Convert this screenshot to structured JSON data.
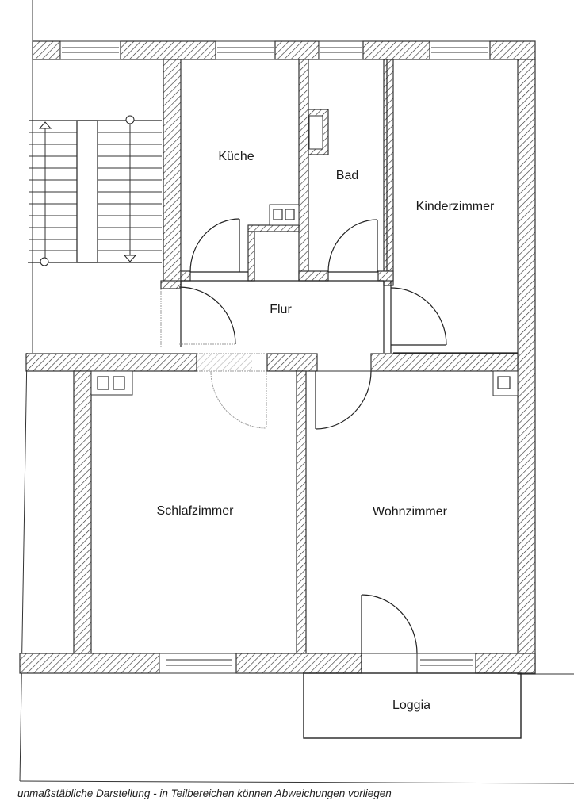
{
  "floorplan": {
    "rooms": [
      {
        "id": "kueche",
        "label": "Küche"
      },
      {
        "id": "bad",
        "label": "Bad"
      },
      {
        "id": "kinderzimmer",
        "label": "Kinderzimmer"
      },
      {
        "id": "flur",
        "label": "Flur"
      },
      {
        "id": "schlafzimmer",
        "label": "Schlafzimmer"
      },
      {
        "id": "wohnzimmer",
        "label": "Wohnzimmer"
      },
      {
        "id": "loggia",
        "label": "Loggia"
      }
    ],
    "colors": {
      "line": "#222222",
      "hatch": "#333333",
      "background": "#ffffff"
    }
  },
  "footnote": "unmaßstäbliche Darstellung - in Teilbereichen können Abweichungen vorliegen"
}
